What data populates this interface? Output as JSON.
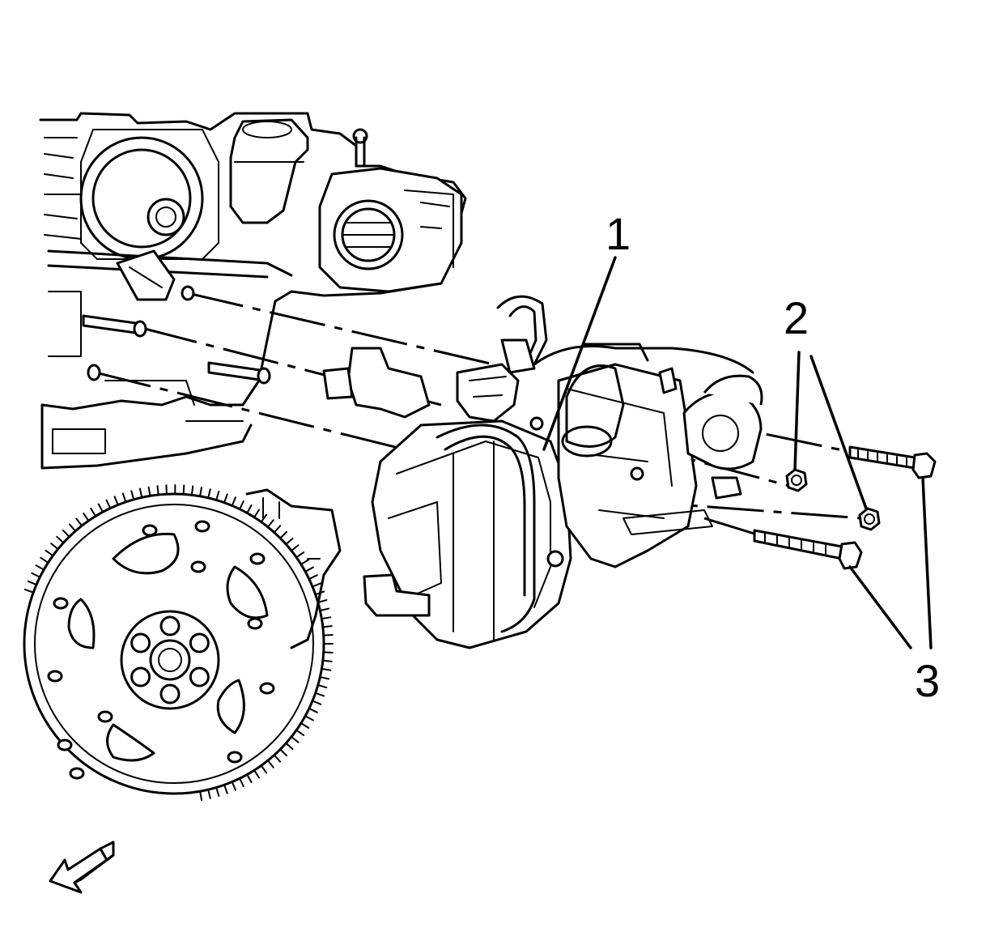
{
  "callouts": [
    {
      "id": "1",
      "label": "1"
    },
    {
      "id": "2",
      "label": "2"
    },
    {
      "id": "3",
      "label": "3"
    }
  ],
  "colors": {
    "line": "#000000",
    "background": "#ffffff"
  },
  "icons": {
    "view_direction": "view-direction-arrow-icon"
  }
}
